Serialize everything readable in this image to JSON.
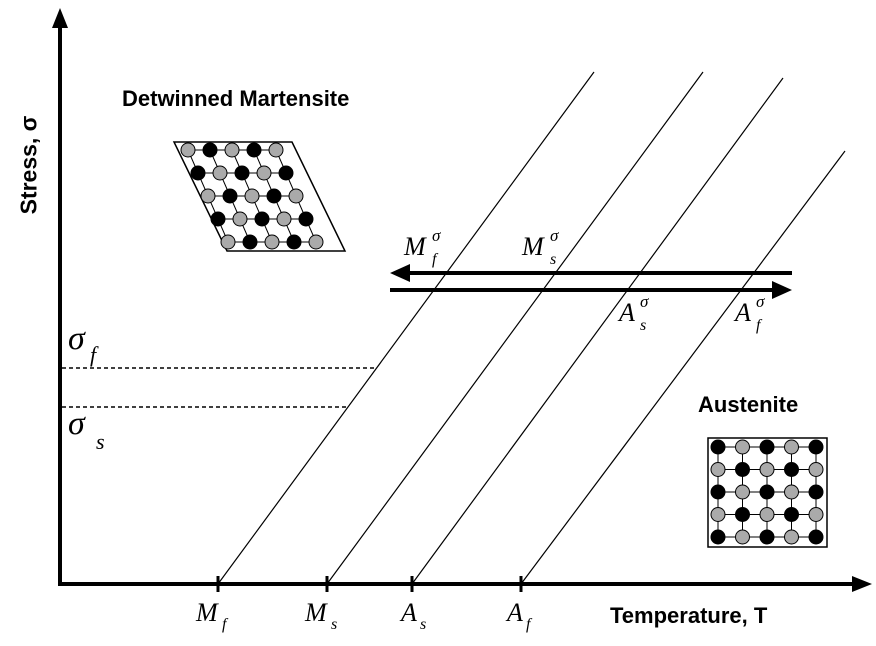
{
  "diagram": {
    "y_axis_label": "Stress, σ",
    "x_axis_label": "Temperature, T",
    "region_martensite": "Detwinned Martensite",
    "region_austenite": "Austenite",
    "temperature_ticks": [
      {
        "base": "M",
        "sub": "f"
      },
      {
        "base": "M",
        "sub": "s"
      },
      {
        "base": "A",
        "sub": "s"
      },
      {
        "base": "A",
        "sub": "f"
      }
    ],
    "stress_levels": [
      {
        "base": "σ",
        "sub": "f"
      },
      {
        "base": "σ",
        "sub": "s"
      }
    ],
    "stress_transition_labels": [
      {
        "base": "M",
        "sub": "f",
        "sup": "σ"
      },
      {
        "base": "M",
        "sub": "s",
        "sup": "σ"
      },
      {
        "base": "A",
        "sub": "s",
        "sup": "σ"
      },
      {
        "base": "A",
        "sub": "f",
        "sup": "σ"
      }
    ],
    "martensite_lattice": [
      [
        "gray",
        "black",
        "gray",
        "black",
        "gray"
      ],
      [
        "black",
        "gray",
        "black",
        "gray",
        "black"
      ],
      [
        "gray",
        "black",
        "gray",
        "black",
        "gray"
      ],
      [
        "black",
        "gray",
        "black",
        "gray",
        "black"
      ],
      [
        "gray",
        "black",
        "gray",
        "black",
        "gray"
      ]
    ],
    "austenite_lattice": [
      [
        "black",
        "gray",
        "black",
        "gray",
        "black"
      ],
      [
        "gray",
        "black",
        "gray",
        "black",
        "gray"
      ],
      [
        "black",
        "gray",
        "black",
        "gray",
        "black"
      ],
      [
        "gray",
        "black",
        "gray",
        "black",
        "gray"
      ],
      [
        "black",
        "gray",
        "black",
        "gray",
        "black"
      ]
    ],
    "colors": {
      "black_atom": "#000000",
      "gray_atom": "#aaaaaa",
      "line": "#000000"
    }
  }
}
